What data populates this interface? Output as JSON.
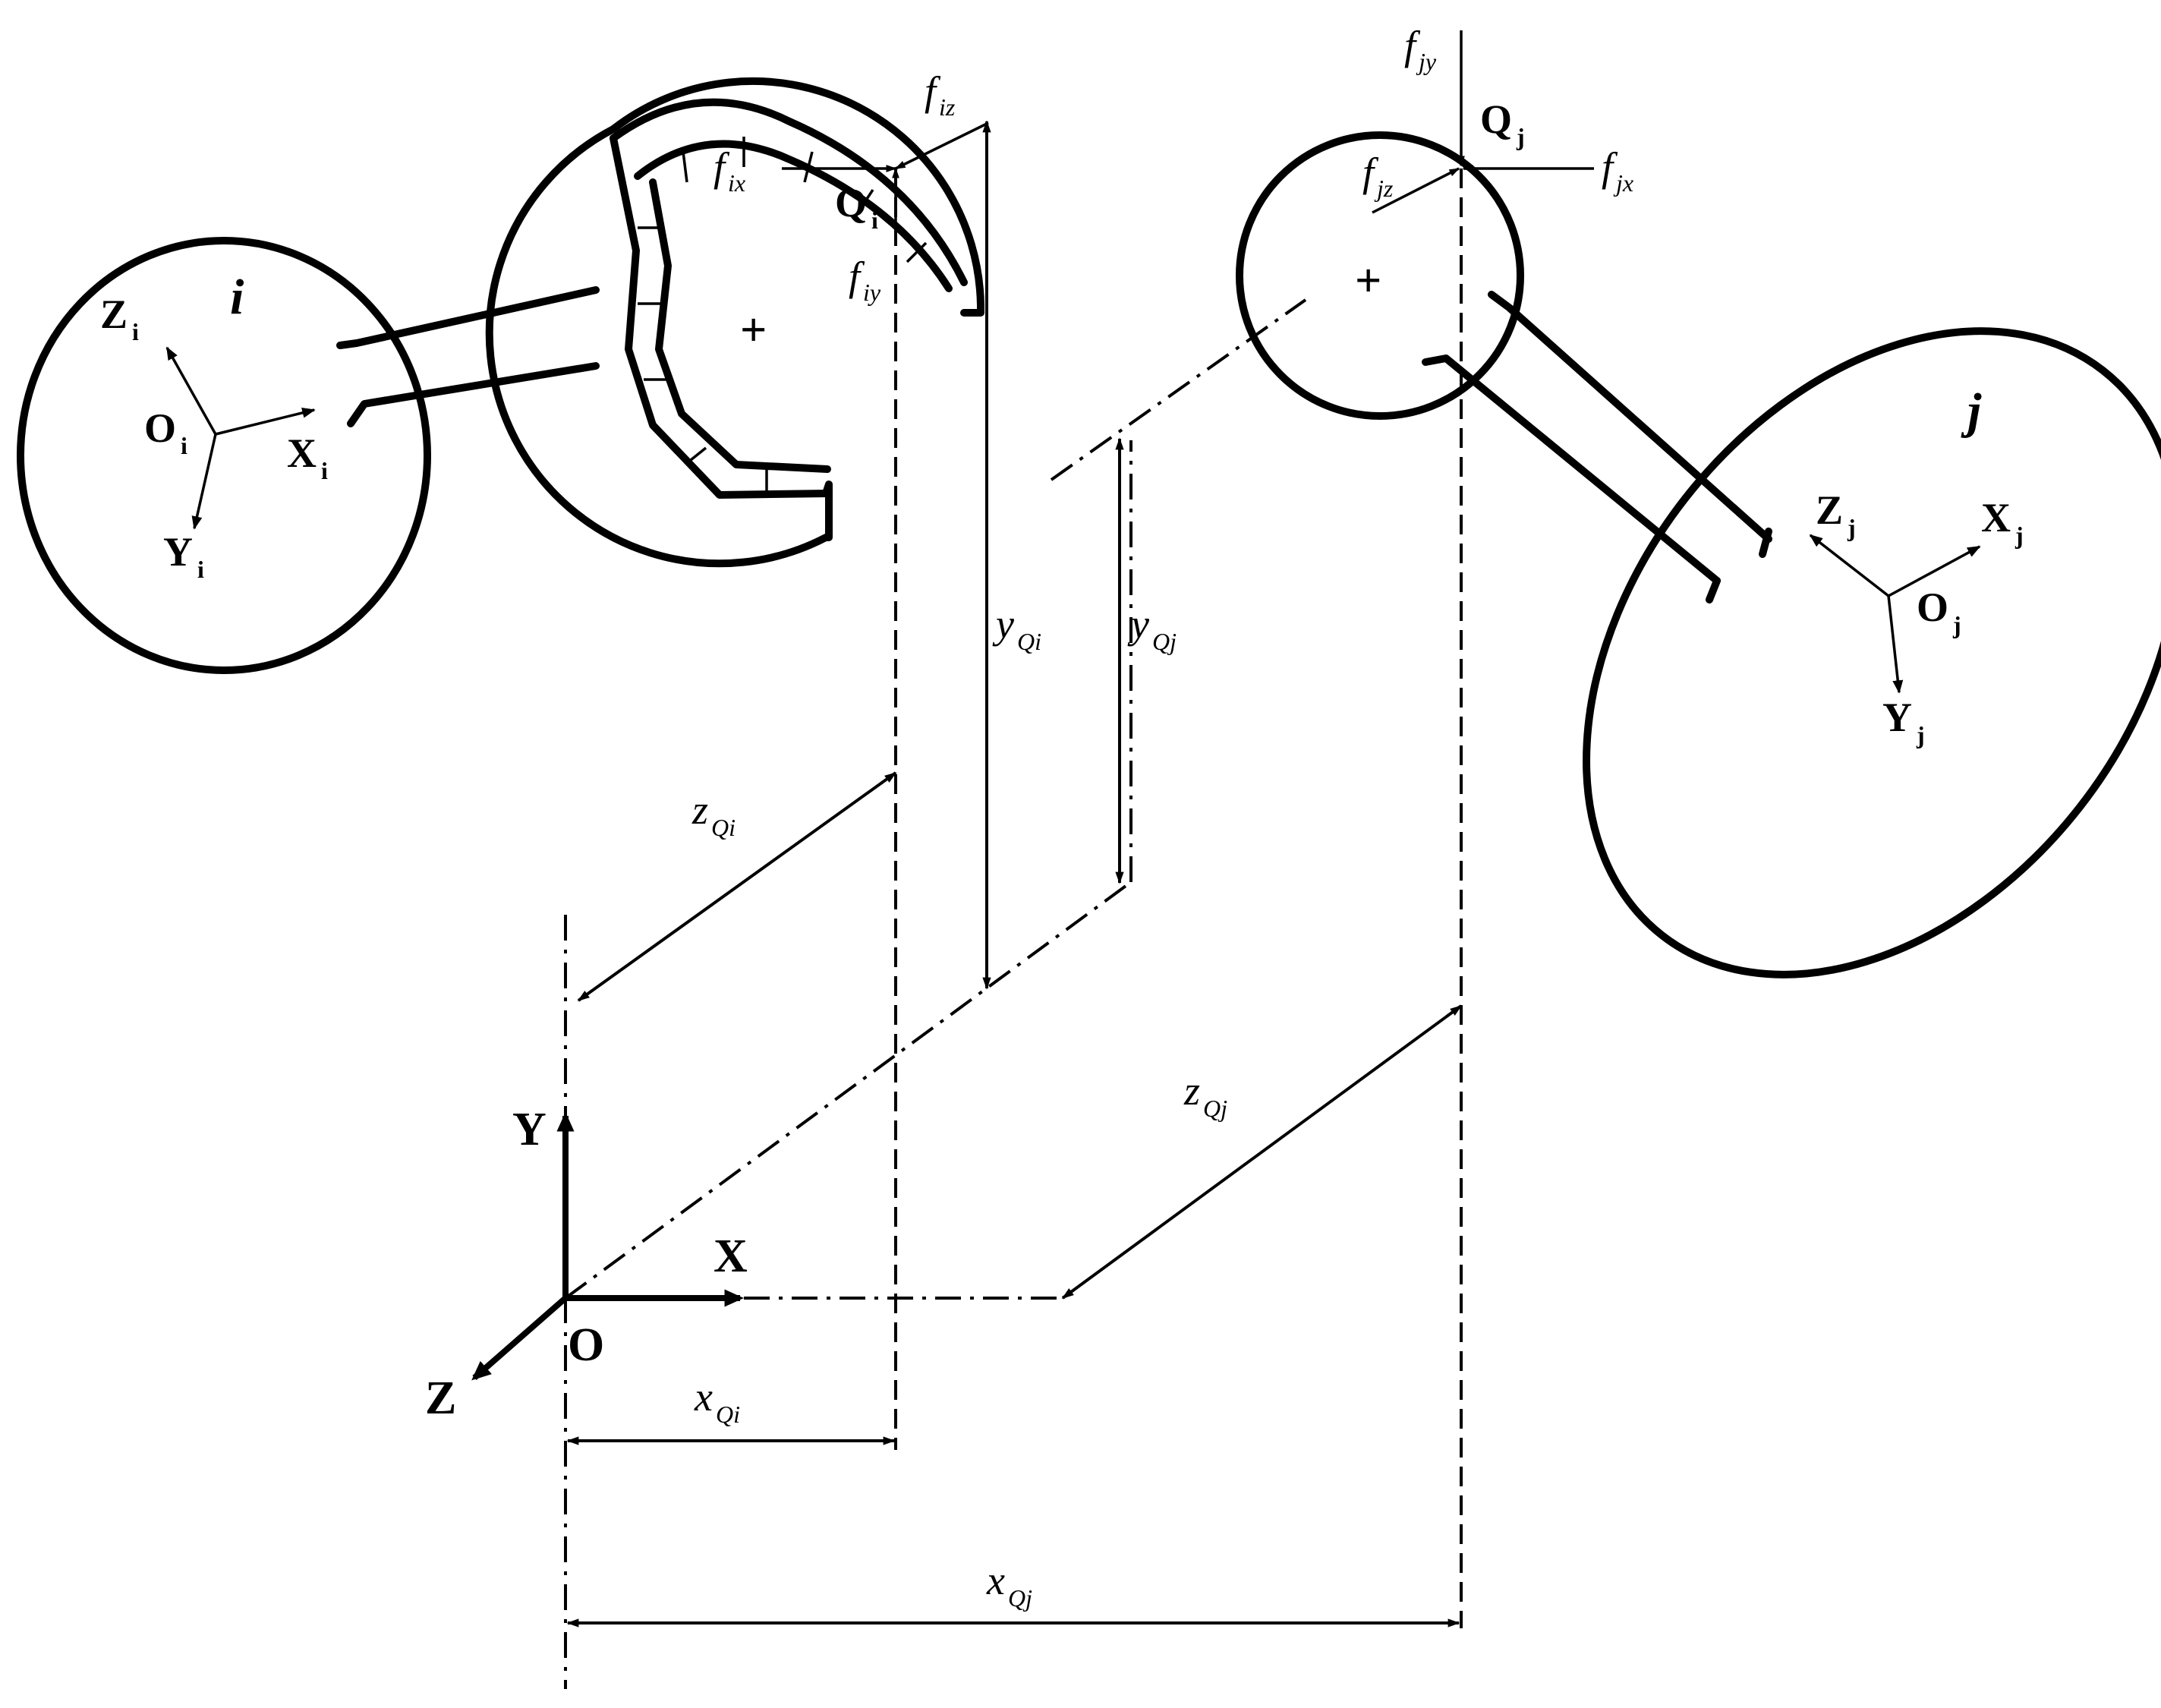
{
  "bodies": {
    "i": {
      "name": "i",
      "frame": {
        "origin": "O",
        "x": "X",
        "y": "Y",
        "z": "Z",
        "subscript": "i"
      }
    },
    "j": {
      "name": "j",
      "frame": {
        "origin": "O",
        "x": "X",
        "y": "Y",
        "z": "Z",
        "subscript": "j"
      }
    }
  },
  "points": {
    "Qi": {
      "base": "Q",
      "sub": "i"
    },
    "Qj": {
      "base": "Q",
      "sub": "j"
    }
  },
  "forces": {
    "fix": {
      "base": "f",
      "sub": "ix"
    },
    "fiy": {
      "base": "f",
      "sub": "iy"
    },
    "fiz": {
      "base": "f",
      "sub": "iz"
    },
    "fjx": {
      "base": "f",
      "sub": "jx"
    },
    "fjy": {
      "base": "f",
      "sub": "jy"
    },
    "fjz": {
      "base": "f",
      "sub": "jz"
    }
  },
  "global_frame": {
    "origin": "O",
    "x": "X",
    "y": "Y",
    "z": "Z"
  },
  "dimensions": {
    "xQi": {
      "base": "x",
      "sub": "Qi"
    },
    "yQi": {
      "base": "y",
      "sub": "Qi"
    },
    "zQi": {
      "base": "z",
      "sub": "Qi"
    },
    "xQj": {
      "base": "x",
      "sub": "Qj"
    },
    "yQj": {
      "base": "y",
      "sub": "Qj"
    },
    "zQj": {
      "base": "z",
      "sub": "Qj"
    }
  },
  "symbols": {
    "centre_mark": "+"
  }
}
